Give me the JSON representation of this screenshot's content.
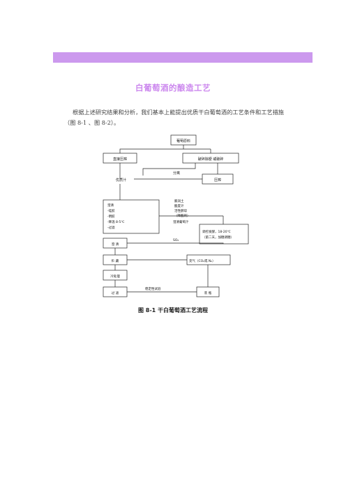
{
  "colors": {
    "accent_band": "#cc99ee",
    "title": "#cc88ee"
  },
  "title": "白葡萄酒的酿造工艺",
  "paragraph": {
    "line1": "根据上述研究结果和分析，我们基本上能提出优质干白葡萄酒的工艺条件和工艺措施",
    "line2": "（图 8-1 、图 8-2）。"
  },
  "flowchart": {
    "nodes": {
      "grape_raw": "葡萄原料",
      "direct_press": "直接压榨",
      "destem_crush": "破碎除梗  或破碎",
      "separate": "分离",
      "free_run": "优质汁",
      "press": "压榨",
      "clarify": [
        "澄清",
        "-硅胶",
        "-明胶",
        "-降温 8-5℃",
        "-过滤"
      ],
      "ferment": [
        "调控发酵，18-20℃",
        "（第二天，加糖调糖）"
      ],
      "rack": "澄  清",
      "store": "贮  藏",
      "cold": "冷处理",
      "filter": "过  滤",
      "bottle": "装  瓶"
    },
    "labels": {
      "additives": [
        "膨润土",
        "酸度计",
        "活性酵母",
        "（降酸剂）"
      ],
      "clear_juice": "澄清葡萄汁",
      "so2": "SO₂",
      "air": "充气（CO₂或 N₂）",
      "stability": "稳定性试验"
    }
  },
  "caption": "图 8-1  干白葡萄酒工艺流程"
}
